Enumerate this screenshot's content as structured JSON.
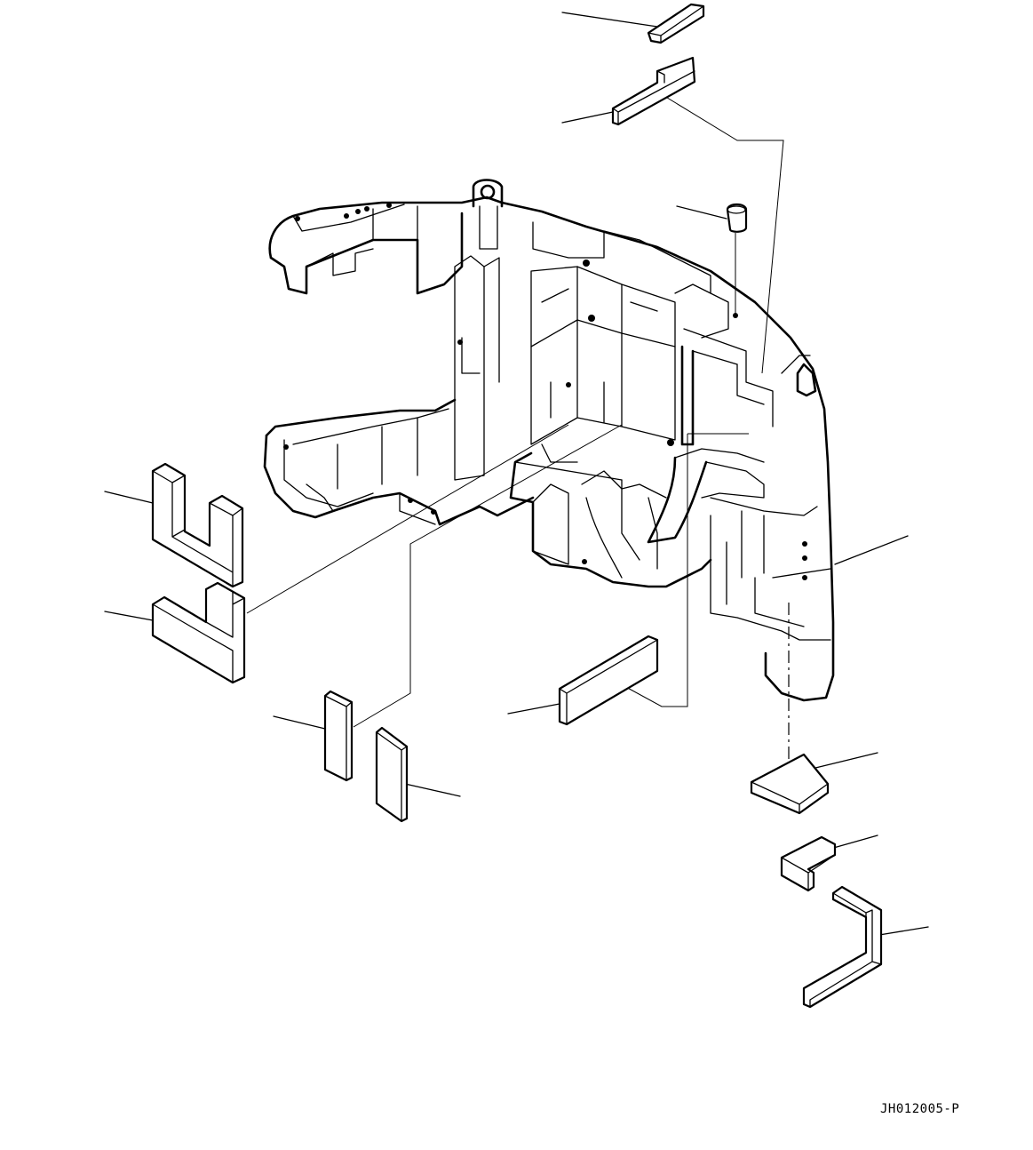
{
  "drawing": {
    "code": "JH012005-P"
  },
  "parts": [
    {
      "name": "top-small-spacer",
      "icon": "small-spacer-icon"
    },
    {
      "name": "top-plate-with-tab",
      "icon": "plate-with-tab-icon"
    },
    {
      "name": "cylindrical-plug",
      "icon": "plug-icon"
    },
    {
      "name": "main-frame",
      "icon": "revolving-frame-icon"
    },
    {
      "name": "u-shaped-plate",
      "icon": "u-plate-icon"
    },
    {
      "name": "l-shaped-plate",
      "icon": "l-plate-icon"
    },
    {
      "name": "narrow-shim-left",
      "icon": "shim-icon"
    },
    {
      "name": "narrow-shim-right",
      "icon": "shim-icon"
    },
    {
      "name": "long-flat-plate",
      "icon": "flat-plate-icon"
    },
    {
      "name": "corner-plate",
      "icon": "corner-plate-icon"
    },
    {
      "name": "small-l-bracket",
      "icon": "l-bracket-icon"
    },
    {
      "name": "long-l-bar",
      "icon": "l-bar-icon"
    }
  ]
}
